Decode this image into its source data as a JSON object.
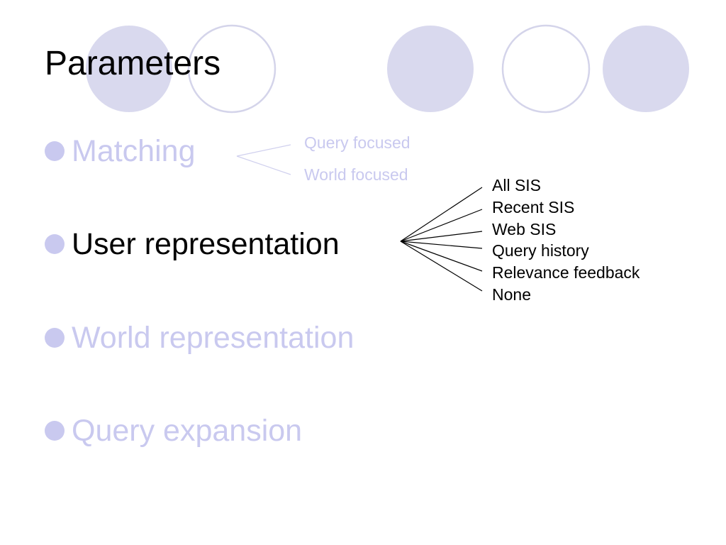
{
  "slide": {
    "title": "Parameters"
  },
  "bullets": [
    {
      "label": "Matching",
      "state": "dimmed"
    },
    {
      "label": "User representation",
      "state": "active"
    },
    {
      "label": "World representation",
      "state": "dimmed"
    },
    {
      "label": "Query expansion",
      "state": "dimmed"
    }
  ],
  "matching_options": [
    "Query focused",
    "World focused"
  ],
  "user_representation_options": [
    "All SIS",
    "Recent SIS",
    "Web SIS",
    "Query history",
    "Relevance feedback",
    "None"
  ],
  "colors": {
    "accent_fill": "#d9d9ee",
    "accent_stroke": "#c8c8e4",
    "dimmed_text": "#c9c9ef",
    "active_text": "#000000",
    "bullet_dot": "#c9c9ef"
  }
}
